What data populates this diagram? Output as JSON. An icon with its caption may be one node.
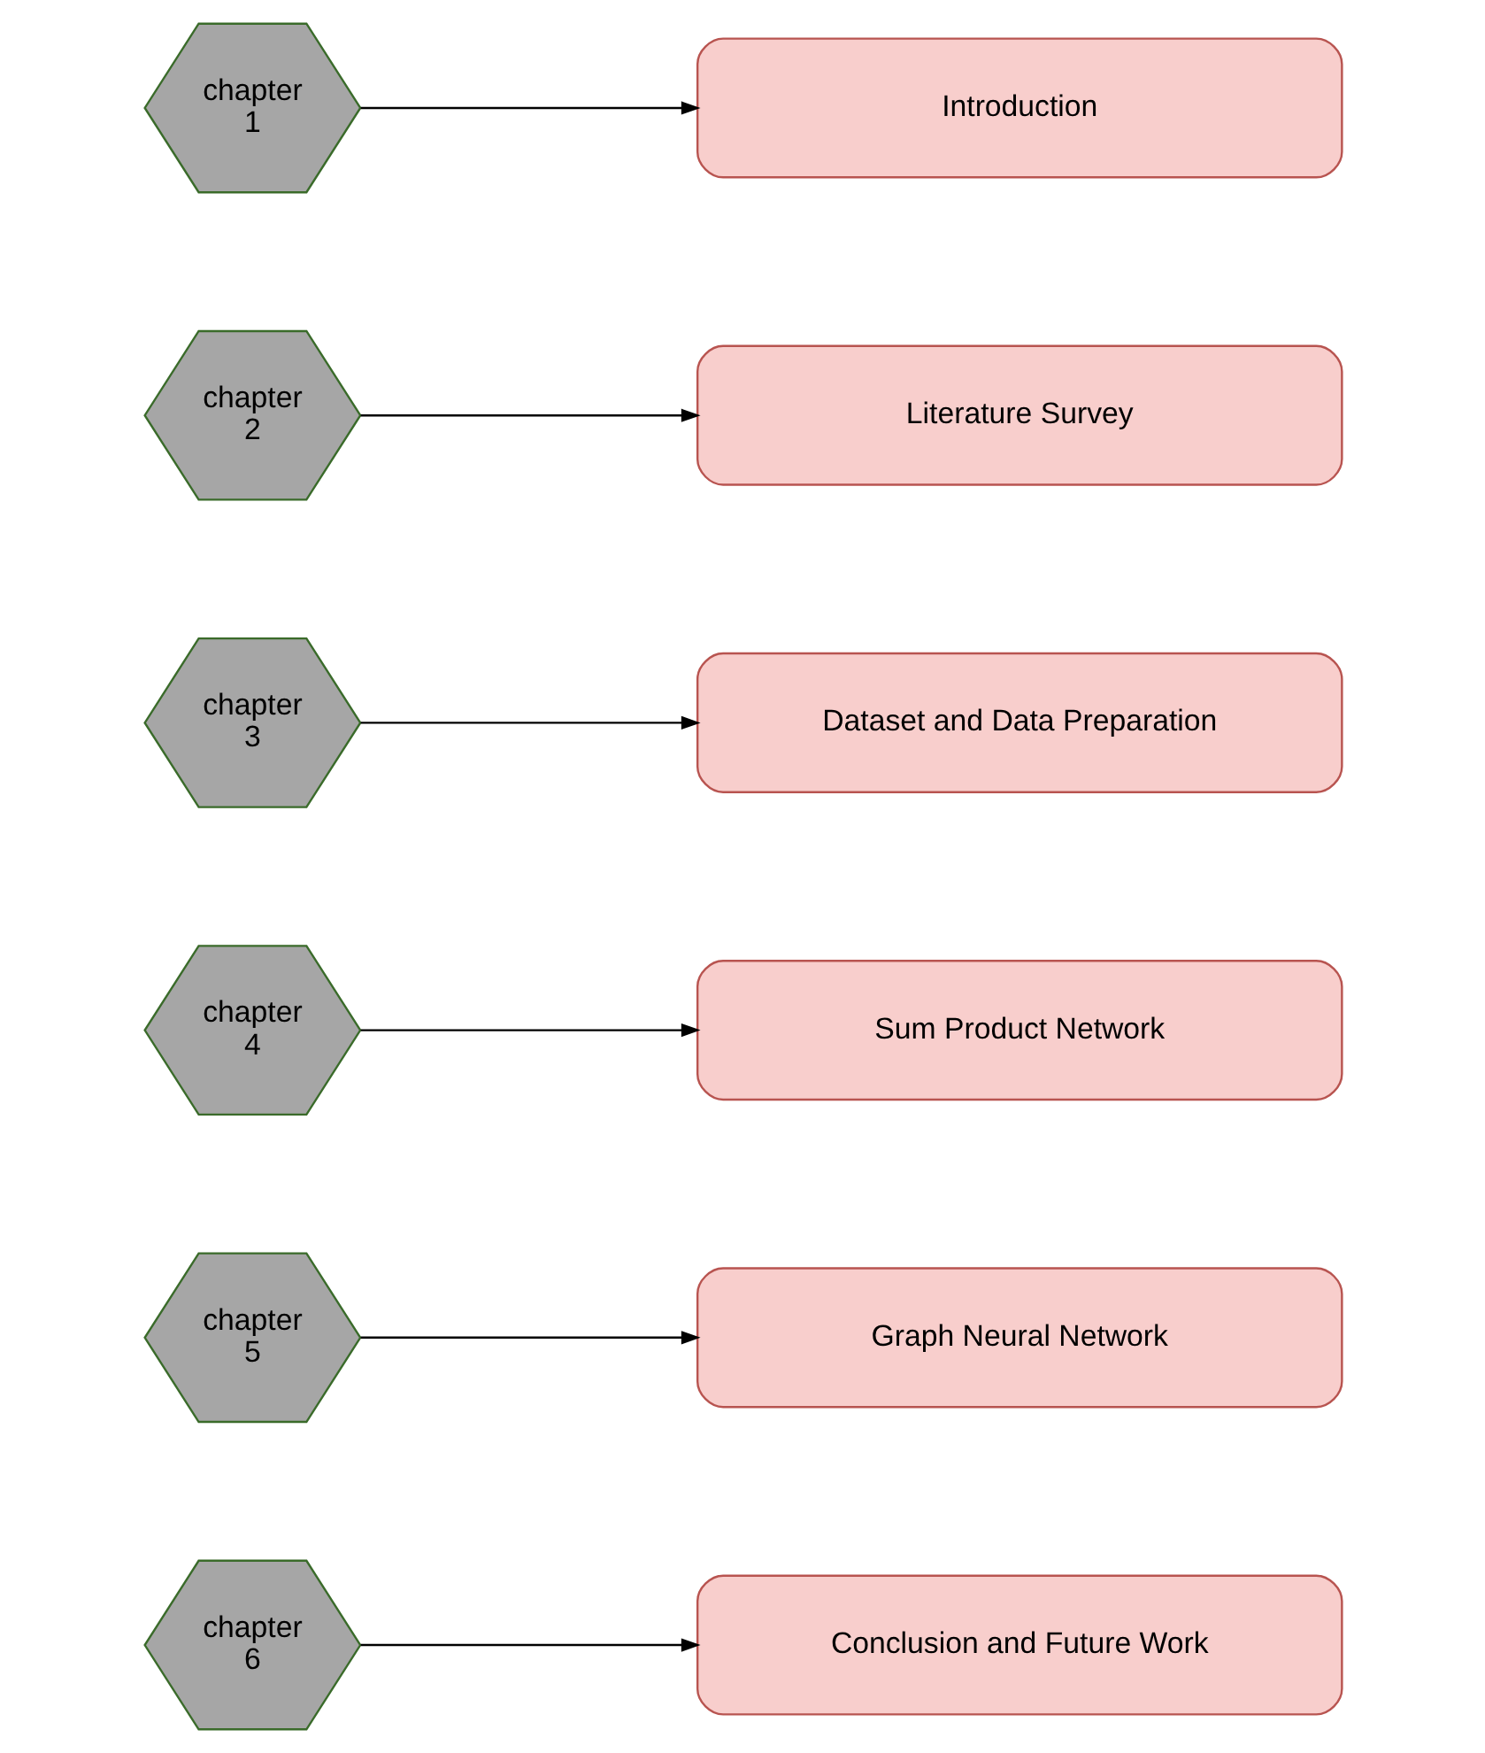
{
  "diagram": {
    "nodes": [
      {
        "text": [
          "chapter 1"
        ]
      },
      {
        "text": [
          "Introduction"
        ]
      },
      {
        "text": [
          "chapter 2"
        ]
      },
      {
        "text": [
          "Literature Survey"
        ]
      },
      {
        "text": [
          "chapter 3"
        ]
      },
      {
        "text": [
          "Dataset and Data Preparation"
        ]
      },
      {
        "text": [
          "chapter 4"
        ]
      },
      {
        "text": [
          "Sum Product Network"
        ]
      },
      {
        "text": [
          "chapter 5"
        ]
      },
      {
        "text": [
          "Graph Neural Network"
        ]
      },
      {
        "text": [
          "chapter 6"
        ]
      },
      {
        "text": [
          "Conclusion and Future Work"
        ]
      }
    ],
    "edges": [
      {
        "from": 0,
        "to": 1,
        "arrow": "to"
      },
      {
        "from": 2,
        "to": 3,
        "arrow": "to"
      },
      {
        "from": 4,
        "to": 5,
        "arrow": "to"
      },
      {
        "from": 6,
        "to": 7,
        "arrow": "to"
      },
      {
        "from": 8,
        "to": 9,
        "arrow": "to"
      },
      {
        "from": 10,
        "to": 11,
        "arrow": "to"
      }
    ]
  }
}
